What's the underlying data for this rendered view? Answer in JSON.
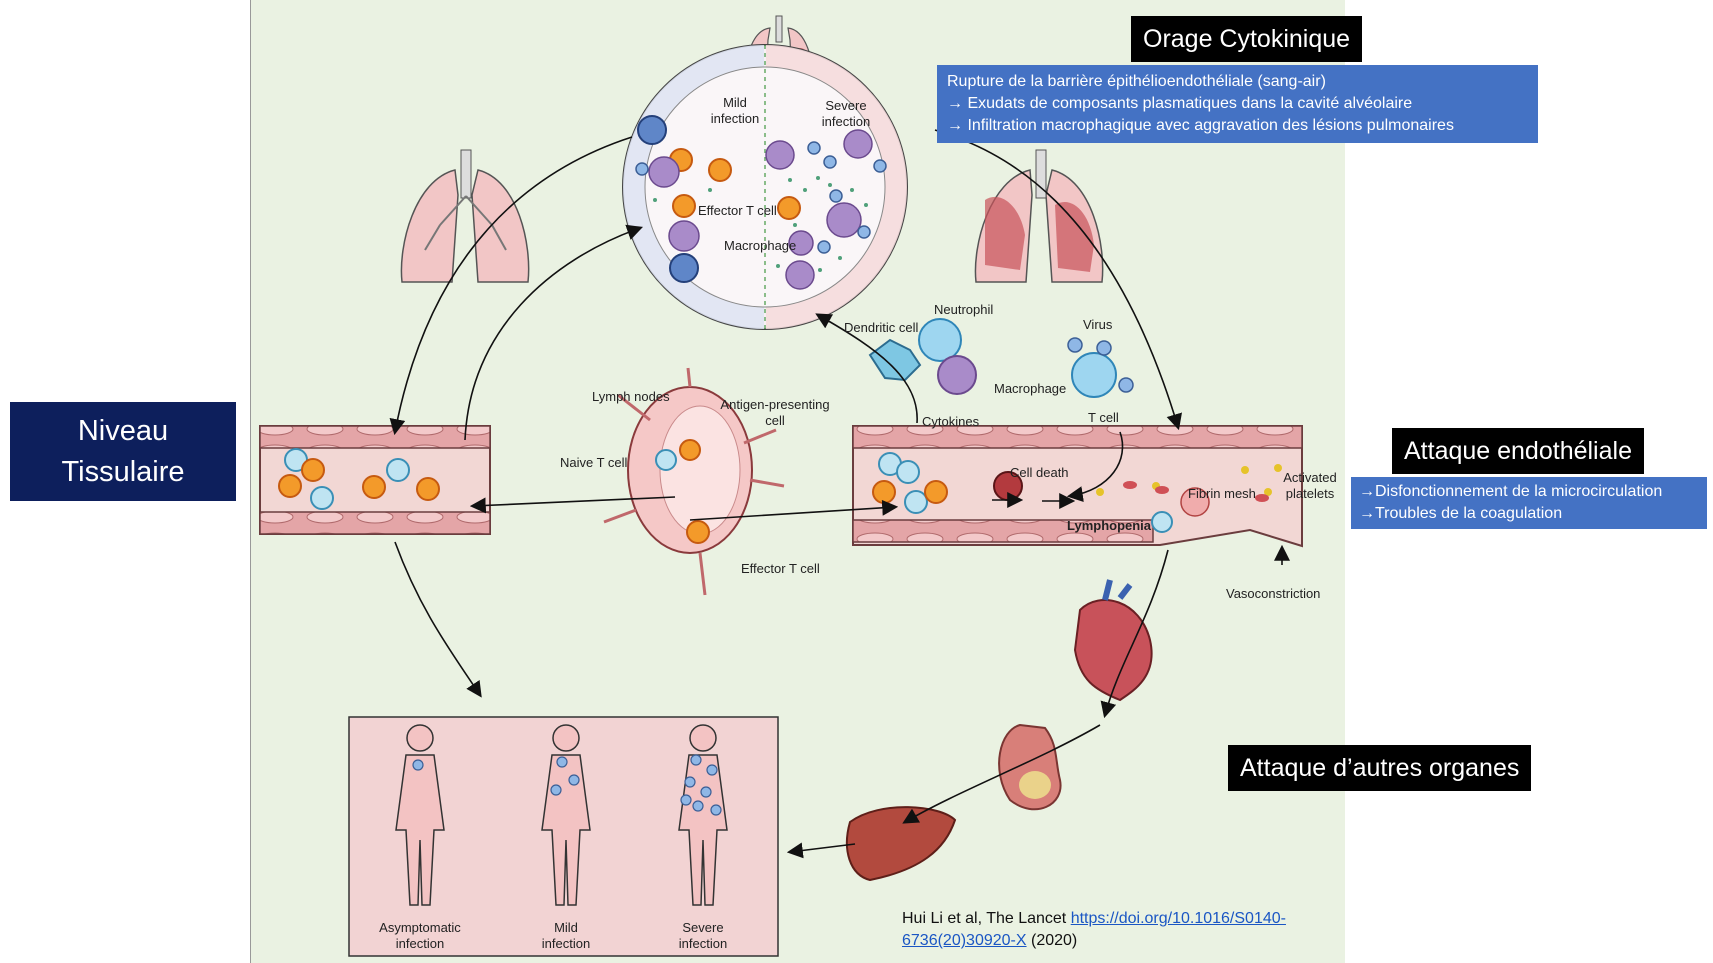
{
  "left_title": {
    "line1": "Niveau",
    "line2": "Tissulaire"
  },
  "orage": {
    "title": "Orage Cytokinique",
    "lines": [
      "Rupture de la barrière épithélioendothéliale (sang-air)",
      "→  Exudats de composants plasmatiques dans la cavité alvéolaire",
      "→  Infiltration  macrophagique avec aggravation des lésions pulmonaires"
    ]
  },
  "endo": {
    "title": "Attaque endothéliale",
    "lines": [
      "→Disfonctionnement de la microcirculation",
      "→Troubles de la coagulation"
    ]
  },
  "organes": {
    "title": "Attaque d’autres organes"
  },
  "alveolus": {
    "mild_1": "Mild",
    "mild_2": "infection",
    "severe_1": "Severe",
    "severe_2": "infection",
    "effector": "Effector T cell",
    "macrophage": "Macrophage"
  },
  "lymph": {
    "lymph_nodes": "Lymph nodes",
    "apc_1": "Antigen-presenting",
    "apc_2": "cell",
    "naive": "Naive T cell",
    "effector": "Effector T cell"
  },
  "right_vessel": {
    "dendritic": "Dendritic cell",
    "neutrophil": "Neutrophil",
    "macrophage": "Macrophage",
    "cytokines": "Cytokines",
    "virus": "Virus",
    "tcell": "T cell",
    "cell_death": "Cell death",
    "lymphopenia": "Lymphopenia",
    "fibrin": "Fibrin mesh",
    "platelets_1": "Activated",
    "platelets_2": "platelets",
    "vasoconstriction": "Vasoconstriction"
  },
  "bodies": [
    {
      "l1": "Asymptomatic",
      "l2": "infection"
    },
    {
      "l1": "Mild",
      "l2": "infection"
    },
    {
      "l1": "Severe",
      "l2": "infection"
    }
  ],
  "citation": {
    "prefix": "Hui Li et al, The Lancet ",
    "link1": "https://doi.org/10.1016/S0140-",
    "link2": "6736(20)30920-X",
    "suffix": " (2020)"
  },
  "colors": {
    "panel_bg": "#eaf2e2",
    "blue_box": "#4472c4",
    "navy_box": "#0d1f5c",
    "vessel": "#e9a9aa",
    "body_box": "#f2d3d3"
  }
}
